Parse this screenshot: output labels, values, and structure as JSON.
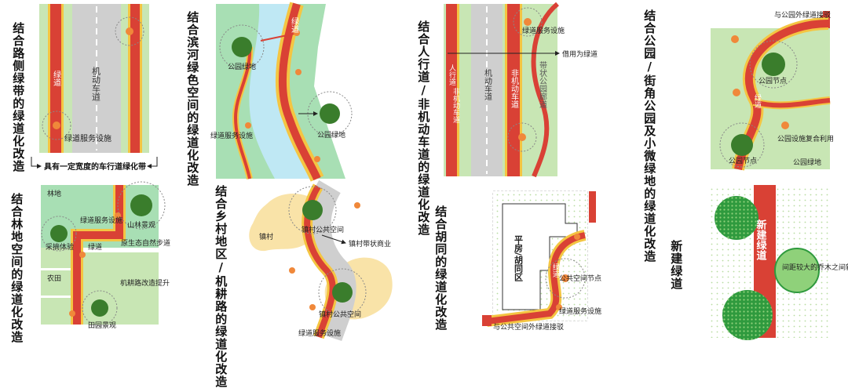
{
  "captions": {
    "roadside": "结合路侧绿带的绿道化改造",
    "riverside": "结合滨河绿色空间的绿道化改造",
    "sidewalk": "结合人行道/非机动车道的绿道化改造",
    "park": "结合公园/街角公园及小微绿地的绿道化改造",
    "forest": "结合林地空间的绿道化改造",
    "rural": "结合乡村地区/机耕路的绿道化改造",
    "hutong": "结合胡同的绿道化改造",
    "new": "新建绿道"
  },
  "labels": {
    "p1_greenway": "绿道",
    "p1_motorway": "机动车道",
    "p1_service": "绿道服务设施",
    "p1_bottom": "具有一定宽度的车行道绿化带",
    "p2_greenway": "绿道",
    "p2_park": "公园绿地",
    "p2_park2": "公园绿地",
    "p2_service": "绿道服务设施",
    "p3_sidewalk": "人行道",
    "p3_bike": "非机动车道",
    "p3_motor": "机动车道",
    "p3_bike2": "非机动车道",
    "p3_belt": "带状公园廊道",
    "p3_service": "绿道服务设施",
    "p3_borrow": "借用为绿道",
    "p4_connect": "与公园外绿道接驳",
    "p4_node1": "公园节点",
    "p4_node2": "公园节点",
    "p4_greenway": "绿道",
    "p4_reuse": "公园设施复合利用",
    "p4_parkgreen": "公园绿地",
    "p5_forest": "林地",
    "p5_mountain": "山林景观",
    "p5_service": "绿道服务设施",
    "p5_picking": "采摘体验",
    "p5_greenway": "绿道",
    "p5_nature": "原生态自然步道",
    "p5_farm": "农田",
    "p5_upgrade": "机耕路改造提升",
    "p5_field": "田园景观",
    "p6_town": "镇村",
    "p6_public": "镇村公共空间",
    "p6_belt": "镇村带状商业",
    "p6_public2": "镇村公共空间",
    "p6_greenway": "绿道",
    "p6_service": "绿道服务设施",
    "p7_house": "平房/胡同区",
    "p7_greenway": "绿道",
    "p7_node": "公共空间节点",
    "p7_service": "绿道服务设施",
    "p7_connect": "与公共空间外绿道接驳",
    "p8_new": "新建绿道",
    "p8_trees": "间距较大的乔木之间新建绿道"
  },
  "colors": {
    "red": "#d94135",
    "yellow": "#f4c542",
    "lightgreen": "#c8e6b4",
    "mint": "#a8dfb4",
    "darkgreen": "#3a7d2c",
    "gray": "#cccccc",
    "orange": "#f0883a",
    "water": "#bfe8f4",
    "sand": "#f9e3a8"
  },
  "icons": [
    "facility-dot-icon",
    "tree-node-icon",
    "arrow-icon"
  ]
}
